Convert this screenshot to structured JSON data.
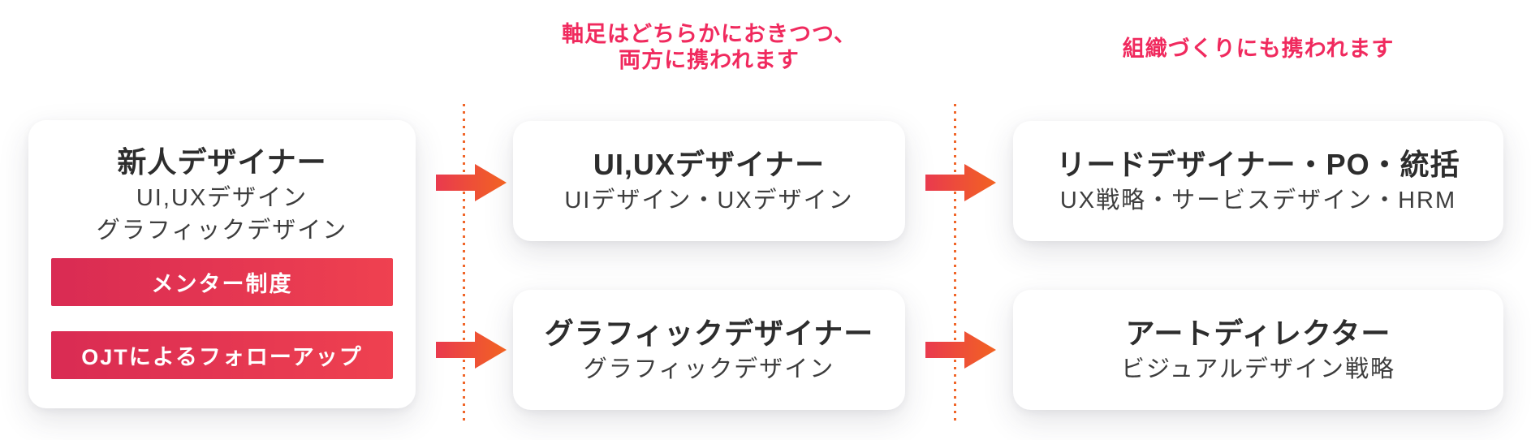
{
  "notes": {
    "pivot": {
      "line1": "軸足はどちらかにおきつつ、",
      "line2": "両方に携われます"
    },
    "org": {
      "text": "組織づくりにも携われます"
    }
  },
  "cards": {
    "newbie": {
      "title": "新人デザイナー",
      "skills": [
        "UI,UXデザイン",
        "グラフィックデザイン"
      ],
      "supports": [
        "メンター制度",
        "OJTによるフォローアップ"
      ]
    },
    "uiux": {
      "title": "UI,UXデザイナー",
      "subtitle": "UIデザイン・UXデザイン"
    },
    "graphic": {
      "title": "グラフィックデザイナー",
      "subtitle": "グラフィックデザイン"
    },
    "lead": {
      "title": "リードデザイナー・PO・統括",
      "subtitle": "UX戦略・サービスデザイン・HRM"
    },
    "art": {
      "title": "アートディレクター",
      "subtitle": "ビジュアルデザイン戦略"
    }
  },
  "colors": {
    "note_pink": "#f02a5e",
    "badge_gradient_start": "#d92b53",
    "badge_gradient_end": "#ef4150",
    "arrow_gradient_start": "#e93a4e",
    "arrow_gradient_end": "#f26322",
    "dot_orange": "#f0662a",
    "title_ink": "#2d2d2d",
    "sub_ink": "#3d3d3d"
  }
}
